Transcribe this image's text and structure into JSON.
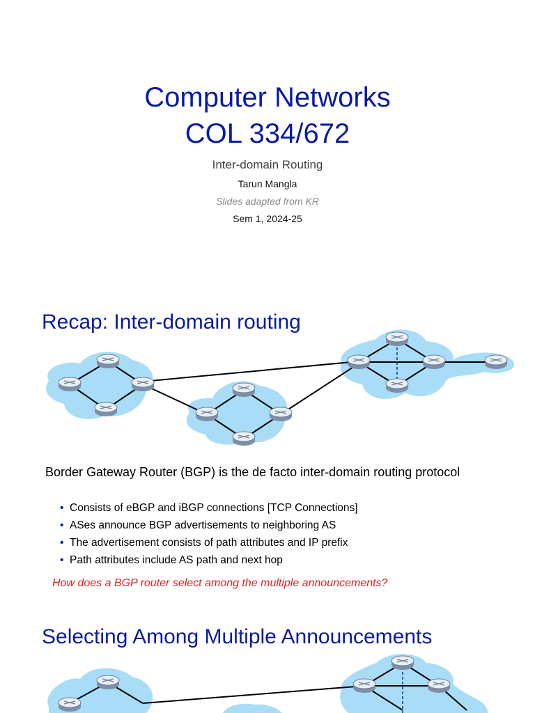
{
  "title_slide": {
    "title_line1": "Computer Networks",
    "title_line2": "COL 334/672",
    "subtitle": "Inter-domain Routing",
    "author": "Tarun Mangla",
    "credit": "Slides adapted from KR",
    "semester": "Sem 1, 2024-25"
  },
  "recap_slide": {
    "heading": "Recap: Inter-domain routing",
    "intro": "Border Gateway Router (BGP) is the de facto inter-domain routing protocol",
    "bullets": [
      "Consists of eBGP and iBGP connections [TCP Connections]",
      "ASes announce BGP advertisements to neighboring AS",
      "The advertisement consists of path attributes and IP prefix",
      "Path attributes include AS path and next hop"
    ],
    "question": "How does a BGP router select among the multiple announcements?"
  },
  "select_slide": {
    "heading": "Selecting Among Multiple Announcements"
  },
  "colors": {
    "heading_blue": "#0a1aa6",
    "cloud_blue": "#a9dcf6",
    "question_red": "#e02020"
  },
  "icons": {
    "router": "router-icon",
    "bullet": "bullet-dot-icon"
  }
}
